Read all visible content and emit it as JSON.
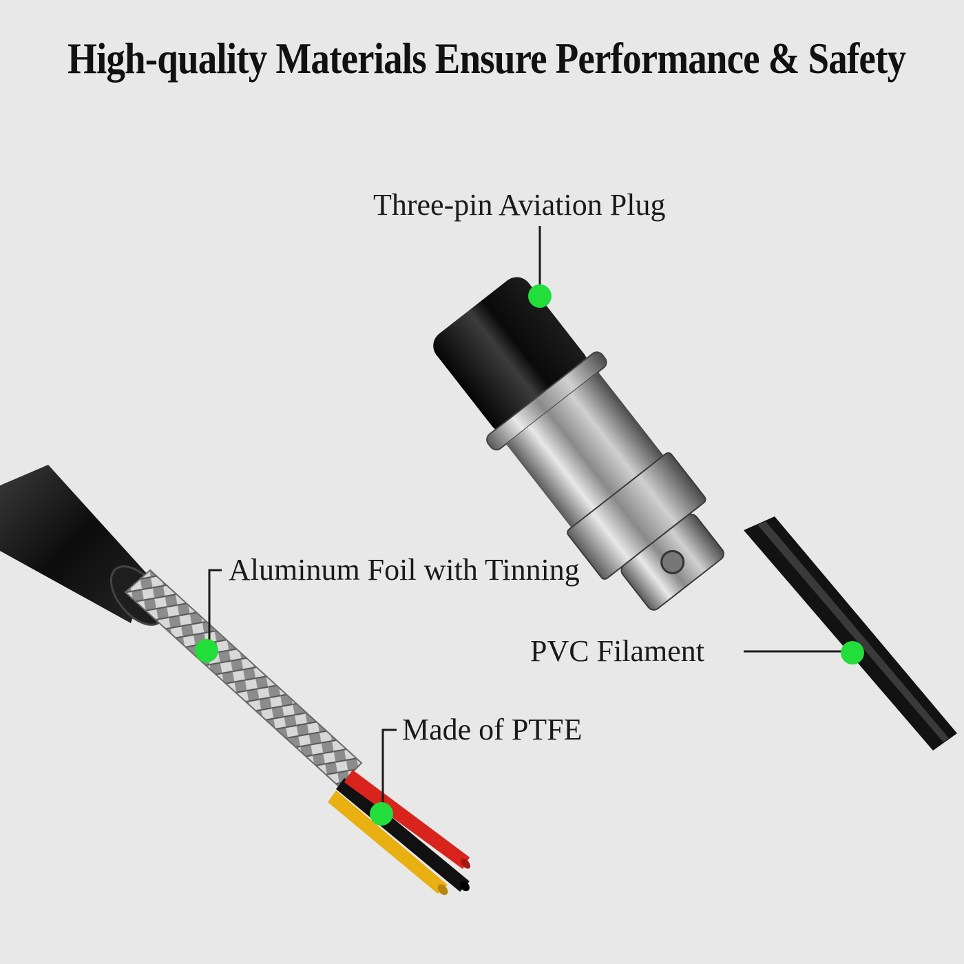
{
  "headline": "High-quality Materials Ensure Performance & Safety",
  "callouts": {
    "plug": "Three-pin Aviation Plug",
    "foil": "Aluminum Foil with Tinning",
    "ptfe": "Made of PTFE",
    "pvc": "PVC Filament"
  },
  "colors": {
    "background": "#e8e8e8",
    "marker": "#22dd3a",
    "cable": "#151515",
    "wire_red": "#d8241c",
    "wire_yellow": "#e8b010"
  }
}
